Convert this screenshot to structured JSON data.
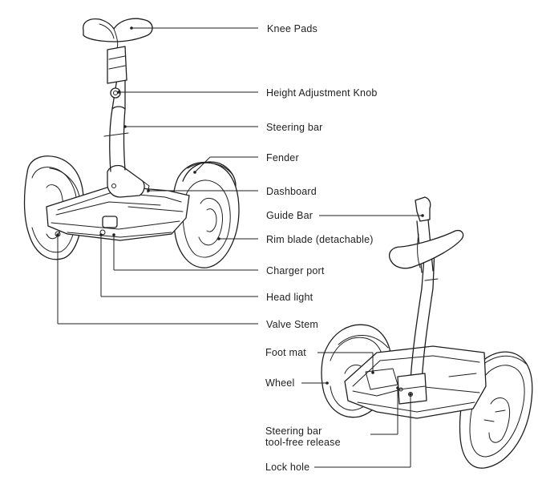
{
  "labels": {
    "knee_pads": "Knee Pads",
    "height_knob": "Height Adjustment Knob",
    "steering_bar": "Steering bar",
    "fender": "Fender",
    "dashboard": "Dashboard",
    "guide_bar": "Guide Bar",
    "rim_blade": "Rim blade (detachable)",
    "charger_port": "Charger port",
    "head_light": "Head light",
    "valve_stem": "Valve Stem",
    "foot_mat": "Foot mat",
    "wheel": "Wheel",
    "steering_release_line1": "Steering bar",
    "steering_release_line2": "tool-free release",
    "lock_hole": "Lock hole"
  }
}
